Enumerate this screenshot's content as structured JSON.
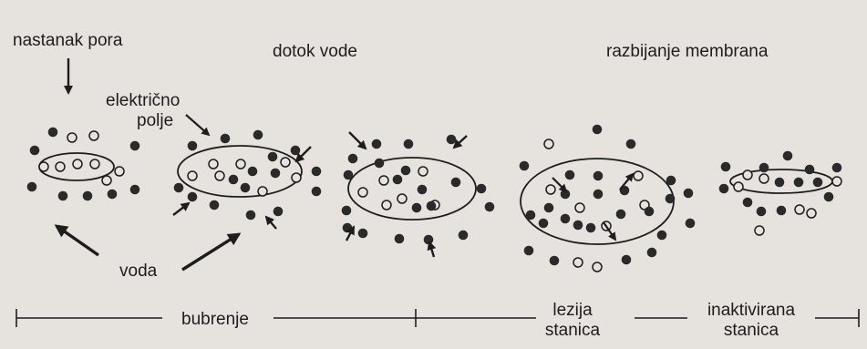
{
  "labels": {
    "pore_formation": "nastanak pora",
    "electric_field_line1": "električno",
    "electric_field_line2": "polje",
    "water_influx": "dotok vode",
    "membrane_rupture": "razbijanje membrana",
    "water": "voda",
    "swelling": "bubrenje",
    "lesion_line1": "lezija",
    "lesion_line2": "stanica",
    "inactivated_line1": "inaktivirana",
    "inactivated_line2": "stanica"
  },
  "colors": {
    "background": "#e6e3de",
    "ink": "#1d1d1d",
    "filled_particle": "#2a2a2a",
    "open_particle": "#e6e3de"
  },
  "legend": {
    "filled_particle": "filled-circle-icon",
    "open_particle": "open-circle-icon",
    "arrow": "arrow-icon"
  }
}
